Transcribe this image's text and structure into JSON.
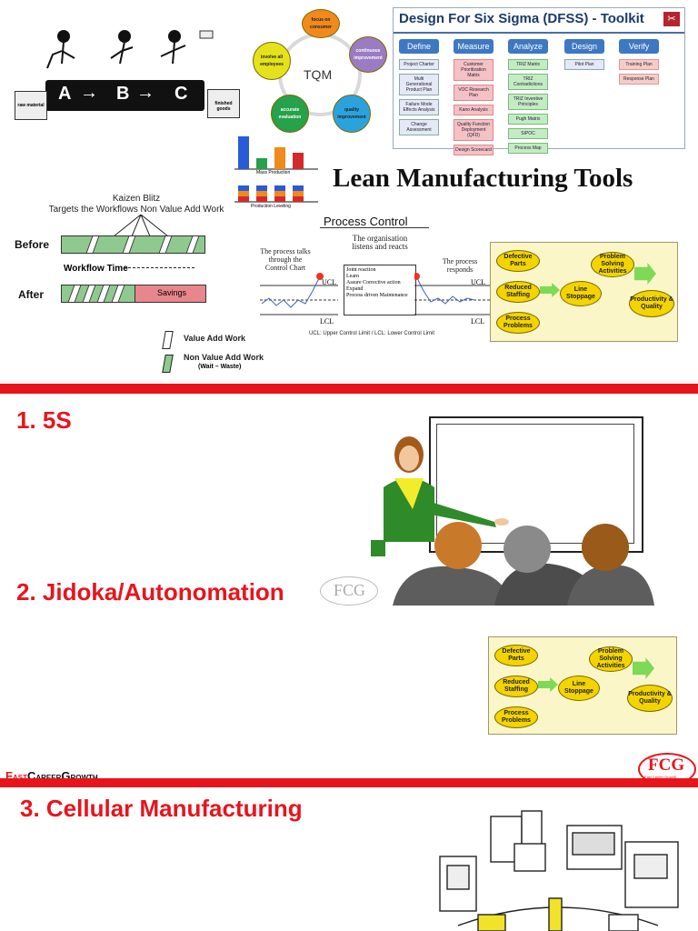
{
  "top": {
    "abc": {
      "a": "A",
      "b": "B",
      "c": "C",
      "raw": "raw material",
      "finished": "finished goods"
    },
    "tqm": {
      "center": "TQM",
      "nodes": [
        "focus on consumer",
        "continuous improvement",
        "quality improvement",
        "accurate evaluation",
        "involve all employees"
      ]
    },
    "dfss": {
      "title": "Design For Six Sigma (DFSS) - Toolkit",
      "columns": [
        {
          "head": "Define",
          "items": [
            "Project Charter",
            "Multi Generational Product Plan",
            "Failure Mode Effects Analysis",
            "Change Assessment"
          ]
        },
        {
          "head": "Measure",
          "items": [
            "Customer Prioritization Matrix",
            "VOC Research Plan",
            "Kano Analysis",
            "Quality Function Deployment (QFD)",
            "Design Scorecard"
          ]
        },
        {
          "head": "Analyze",
          "items": [
            "TRIZ Matrix",
            "TRIZ Contradictions",
            "TRIZ Inventive Principles",
            "Pugh Matrix",
            "SIPOC",
            "Process Map"
          ]
        },
        {
          "head": "Design",
          "items": [
            "Pilot Plan"
          ]
        },
        {
          "head": "Verify",
          "items": [
            "Training Plan",
            "Response Plan"
          ]
        }
      ]
    },
    "leveling": {
      "top_label": "Mass Production",
      "bottom_label": "Production Leveling"
    },
    "heading": "Lean Manufacturing Tools",
    "kaizen": {
      "title1": "Kaizen Blitz",
      "title2": "Targets the Workflows Non Value Add Work",
      "before": "Before",
      "after": "After",
      "workflow_time": "Workflow Time",
      "savings": "Savings",
      "legend_value": "Value Add Work",
      "legend_nonvalue": "Non Value Add Work",
      "legend_nonvalue_sub": "(Wait – Waste)"
    },
    "process_control": {
      "title": "Process Control",
      "left": "The process talks through the Control Chart",
      "middle": "The organisation listens and reacts",
      "right": "The process responds",
      "bullets": [
        "Joint reaction",
        "Learn",
        "Assure Corrective action",
        "Expand",
        "Process driven Maintenance"
      ],
      "ucl": "UCL",
      "lcl": "LCL",
      "footnote": "UCL: Upper Control Limit / LCL: Lower Control Limit"
    },
    "jidoka_diagram": {
      "nodes": [
        "Defective Parts",
        "Reduced Staffing",
        "Process Problems",
        "Line Stoppage",
        "Problem Solving Activities",
        "Productivity & Quality"
      ]
    }
  },
  "sections": {
    "s1": "1. 5S",
    "s2": "2. Jidoka/Autonomation",
    "s3": "3. Cellular Manufacturing"
  },
  "brand": {
    "logo": "FCG",
    "logo_sub": "Fast Career Growth",
    "watermark": "FCG",
    "footer_f": "F",
    "footer_ast": "AST",
    "footer_c": "C",
    "footer_areer": "AREER",
    "footer_g": "G",
    "footer_rowth": "ROWTH"
  },
  "colors": {
    "red": "#e8141c",
    "green_arrow": "#7ed957",
    "yellow": "#f3d400"
  }
}
